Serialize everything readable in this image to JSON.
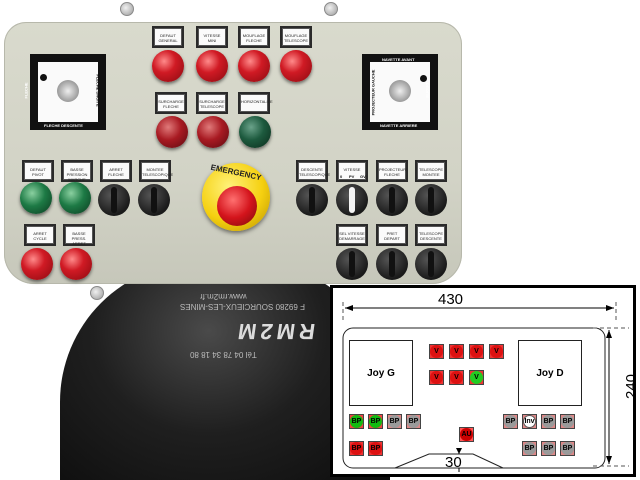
{
  "photo": {
    "panel_labels": {
      "fleche_montee": "FLECHE MONTEE",
      "fleche_descente": "FLECHE DESCENTE",
      "fleche_left": "FLECHE",
      "fleche_right": "FLECHE DROITE",
      "nav_avant": "NAVETTE AVANT",
      "nav_arriere": "NAVETTE ARRIERE",
      "nav_left": "PROJECTEUR GAUCHE",
      "nav_right": "DROITE",
      "top_row": [
        "DEFAUT GENERAL",
        "VITESSE MINI",
        "MOUFLAGE FLECHE",
        "MOUFLAGE TELESCOPE"
      ],
      "mid_row": [
        "SURCHARGE FLECHE",
        "SURCHARGE TELESCOPE",
        "HORIZONTALITE"
      ],
      "left_row": [
        "DEFAUT PIVOT",
        "BASSE PRESSION MARCHE",
        "ARRET FLECHE",
        "MONTEE TELESCOPIQUE"
      ],
      "left_bottom": [
        "ARRET CYCLE",
        "BASSE PRESS. ARRET"
      ],
      "right_row": [
        "DESCENTE TELESCOPIQUE",
        "VITESSE",
        "PROJECTEUR FLECHE",
        "TELESCOPE MONTEE"
      ],
      "right_bottom": [
        "SEL VITESSE DEMARRAGE",
        "PRET DEPART",
        "TELESCOPE DESCENTE"
      ],
      "vitesse_marks": [
        "0",
        "PV",
        "GV"
      ],
      "emergency": "EMERGENCY"
    },
    "machine_text": {
      "brand": "RM2M",
      "line1": "www.rm2m.fr",
      "line2": "F 69280 SOURCIEUX-LES-MINES",
      "line3": "Tél 04 78 34 18 80"
    }
  },
  "diagram": {
    "width_label": "430",
    "height_label": "240",
    "notch_label": "30",
    "joy_left": "Joy G",
    "joy_right": "Joy D",
    "v": "V",
    "bp": "BP",
    "inv": "Inv",
    "au": "AU"
  }
}
